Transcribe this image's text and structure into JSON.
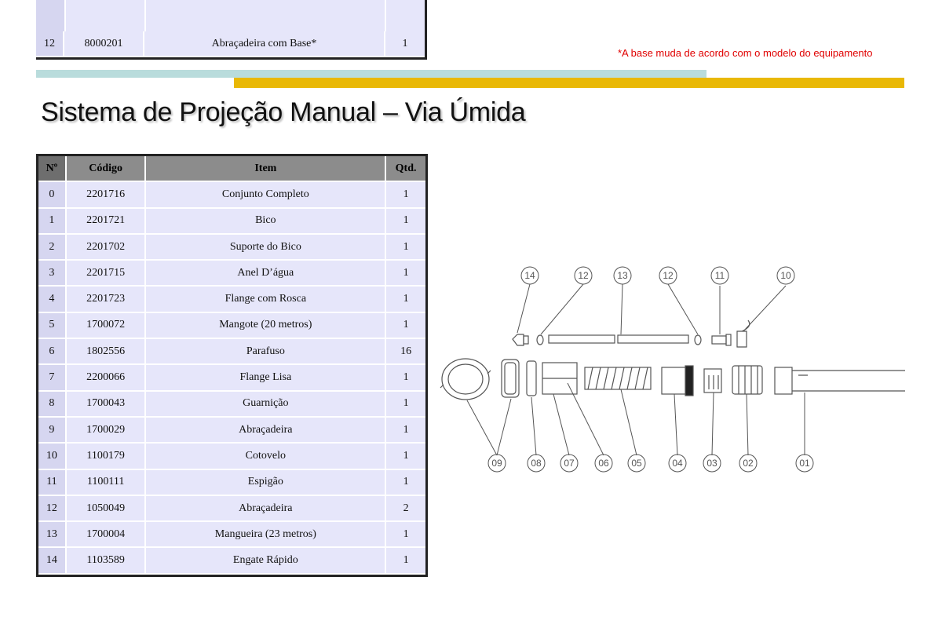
{
  "prev_table": {
    "row": {
      "n": "12",
      "codigo": "8000201",
      "item": "Abraçadeira com Base*",
      "qtd": "1"
    }
  },
  "footnote": "*A base muda de acordo com o modelo do equipamento",
  "title": "Sistema de Projeção Manual – Via Úmida",
  "table": {
    "headers": [
      "Nº",
      "Código",
      "Item",
      "Qtd."
    ],
    "rows": [
      [
        "0",
        "2201716",
        "Conjunto Completo",
        "1"
      ],
      [
        "1",
        "2201721",
        "Bico",
        "1"
      ],
      [
        "2",
        "2201702",
        "Suporte do Bico",
        "1"
      ],
      [
        "3",
        "2201715",
        "Anel D’água",
        "1"
      ],
      [
        "4",
        "2201723",
        "Flange com Rosca",
        "1"
      ],
      [
        "5",
        "1700072",
        "Mangote (20 metros)",
        "1"
      ],
      [
        "6",
        "1802556",
        "Parafuso",
        "16"
      ],
      [
        "7",
        "2200066",
        "Flange Lisa",
        "1"
      ],
      [
        "8",
        "1700043",
        "Guarnição",
        "1"
      ],
      [
        "9",
        "1700029",
        "Abraçadeira",
        "1"
      ],
      [
        "10",
        "1100179",
        "Cotovelo",
        "1"
      ],
      [
        "11",
        "1100111",
        "Espigão",
        "1"
      ],
      [
        "12",
        "1050049",
        "Abraçadeira",
        "2"
      ],
      [
        "13",
        "1700004",
        "Mangueira (23 metros)",
        "1"
      ],
      [
        "14",
        "1103589",
        "Engate Rápido",
        "1"
      ]
    ]
  },
  "diagram": {
    "top_labels": [
      "14",
      "12",
      "13",
      "12",
      "11",
      "10"
    ],
    "bottom_labels": [
      "09",
      "08",
      "07",
      "06",
      "05",
      "04",
      "03",
      "02",
      "01"
    ]
  },
  "colors": {
    "accent_gold": "#e9b806",
    "accent_teal": "#b9dcdc",
    "footnote_red": "#e00000",
    "header_gray": "#8c8c8c",
    "cell_lavender": "#e6e6fa"
  }
}
